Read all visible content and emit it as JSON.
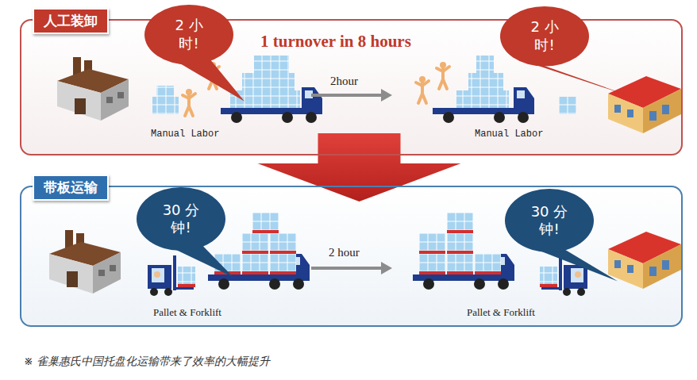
{
  "diagram": {
    "caption": "※ 雀巢惠氏中国托盘化运输带来了效率的大幅提升",
    "nodes": [
      {
        "text": [
          "人工装卸"
        ]
      },
      {
        "text": [
          "2 小时!"
        ],
        "in": 0
      },
      {
        "text": [
          "2 小时!"
        ],
        "in": 0
      },
      {
        "text": [
          "带板运输"
        ]
      },
      {
        "text": [
          "30 分钟!"
        ],
        "in": 3
      },
      {
        "text": [
          "30 分钟!"
        ],
        "in": 3
      }
    ],
    "edges": [
      {
        "from": 0,
        "to": 3,
        "arrow": "to"
      }
    ],
    "labels": [
      "1 turnover in 8 hours",
      "Manual Labor",
      "2hour",
      "Manual Labor",
      "2 hour",
      "Pallet & Forklift",
      "Pallet & Forklift"
    ]
  }
}
